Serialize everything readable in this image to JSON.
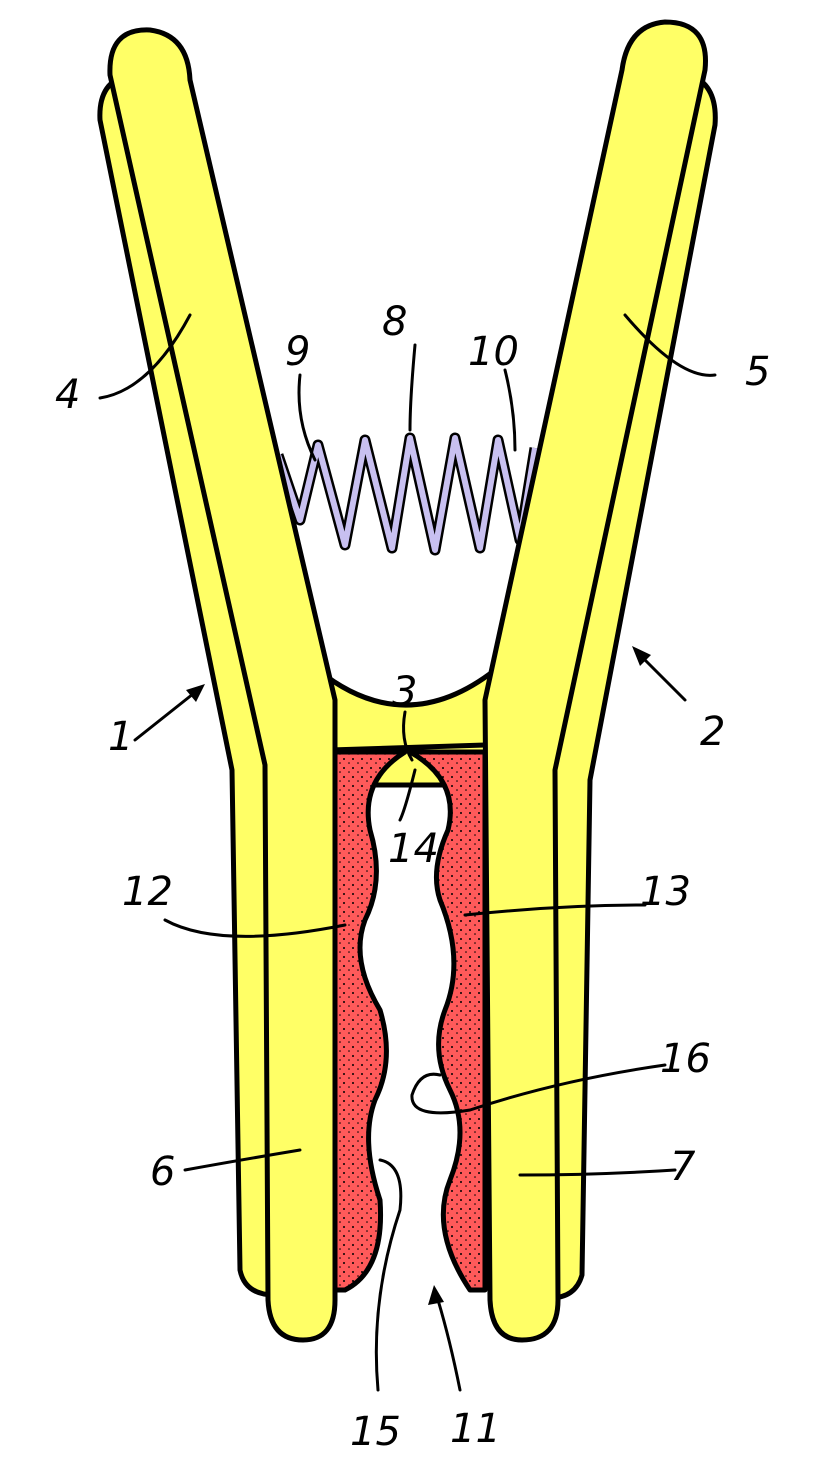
{
  "figure": {
    "labels": {
      "half_left": "1",
      "half_right": "2",
      "bridge": "3",
      "arm_left_upper": "4",
      "arm_right_upper": "5",
      "jaw_left": "6",
      "jaw_right": "7",
      "spring": "8",
      "spring_end_left": "9",
      "spring_end_right": "10",
      "opening": "11",
      "pad_left": "12",
      "pad_right": "13",
      "cavity": "14",
      "wave_left": "15",
      "wave_right": "16"
    },
    "colors": {
      "body": "#ffff66",
      "pad": "#ff5a5a",
      "spring": "#c8c0f0",
      "outline": "#000000"
    }
  }
}
